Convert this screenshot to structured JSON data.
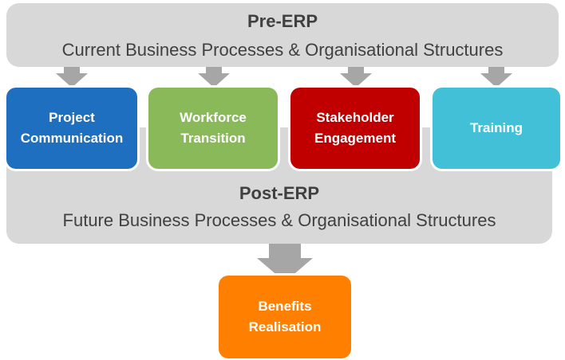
{
  "pre_erp": {
    "title": "Pre-ERP",
    "subtitle": "Current Business Processes & Organisational Structures"
  },
  "post_erp": {
    "title": "Post-ERP",
    "subtitle": "Future Business Processes & Organisational Structures"
  },
  "activities": [
    {
      "label": "Project\nCommunication",
      "color": "#1f6fc1"
    },
    {
      "label": "Workforce\nTransition",
      "color": "#8ab95a"
    },
    {
      "label": "Stakeholder\nEngagement",
      "color": "#c00000"
    },
    {
      "label": "Training",
      "color": "#41c0d8"
    }
  ],
  "outcome": {
    "label": "Benefits\nRealisation",
    "color": "#ff8000"
  },
  "colors": {
    "banner": "#d8d8d8",
    "arrow": "#a6a6a6",
    "banner_text": "#404040"
  }
}
